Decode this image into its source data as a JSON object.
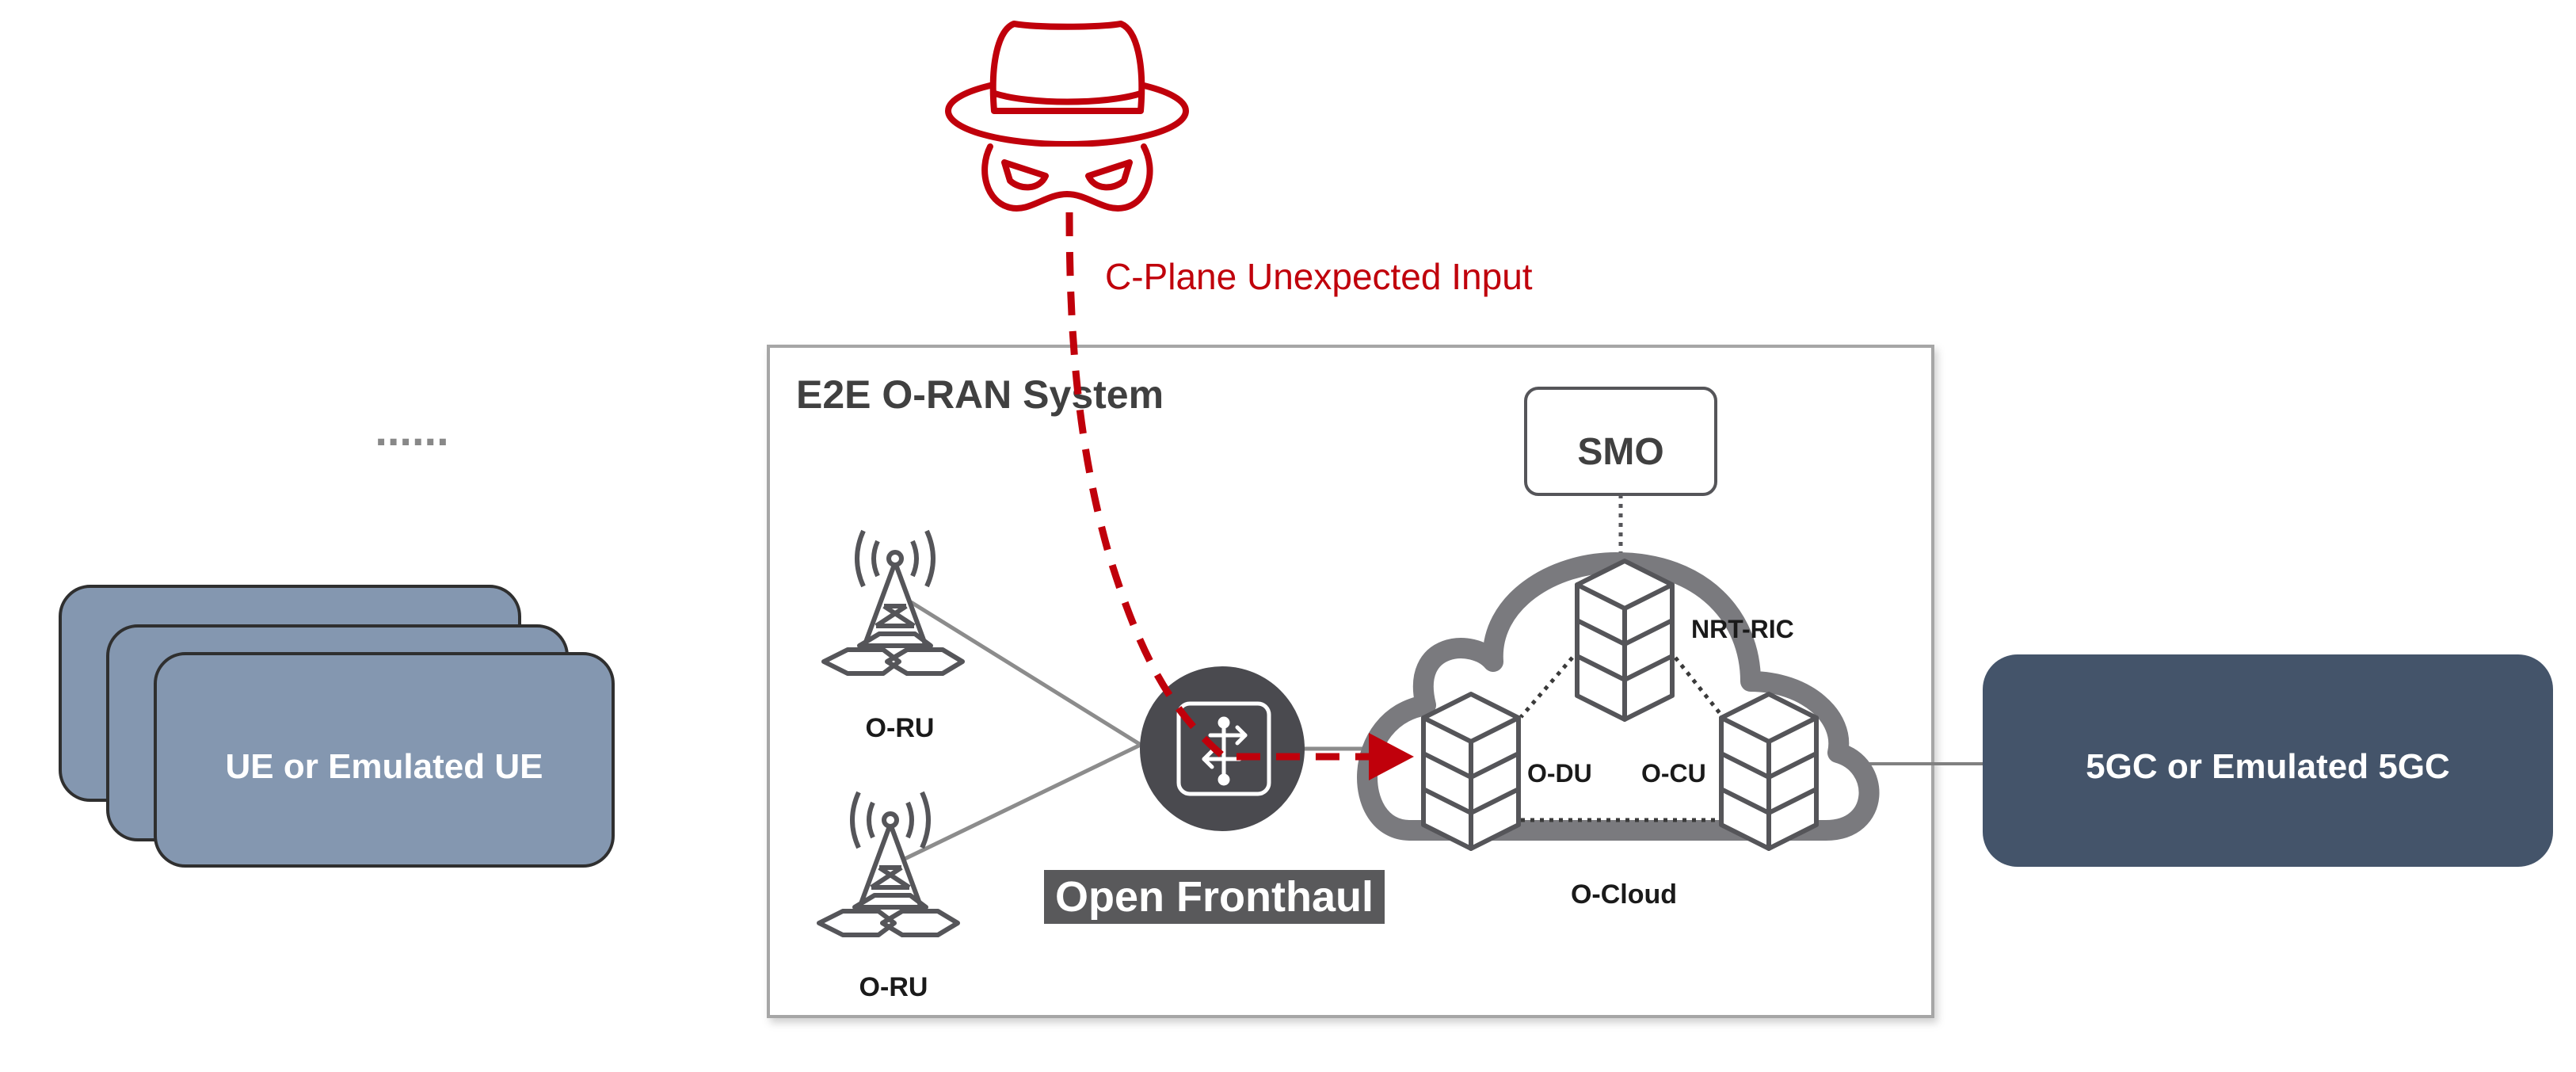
{
  "attack": {
    "label": "C-Plane Unexpected Input"
  },
  "system": {
    "title": "E2E O-RAN System"
  },
  "ue": {
    "label": "UE or Emulated UE",
    "ellipsis": "......"
  },
  "core": {
    "label": "5GC or Emulated 5GC"
  },
  "radio_units": [
    {
      "label": "O-RU"
    },
    {
      "label": "O-RU"
    }
  ],
  "fronthaul": {
    "label": "Open Fronthaul"
  },
  "smo": {
    "label": "SMO"
  },
  "cloud": {
    "label": "O-Cloud",
    "nodes": {
      "ric": "NRT-RIC",
      "du": "O-DU",
      "cu": "O-CU"
    }
  },
  "colors": {
    "attack_red": "#c0000b",
    "ue_fill": "#8497b0",
    "core_fill": "#44546a",
    "icon_gray": "#555559",
    "frame_gray": "#a6a6a6"
  }
}
